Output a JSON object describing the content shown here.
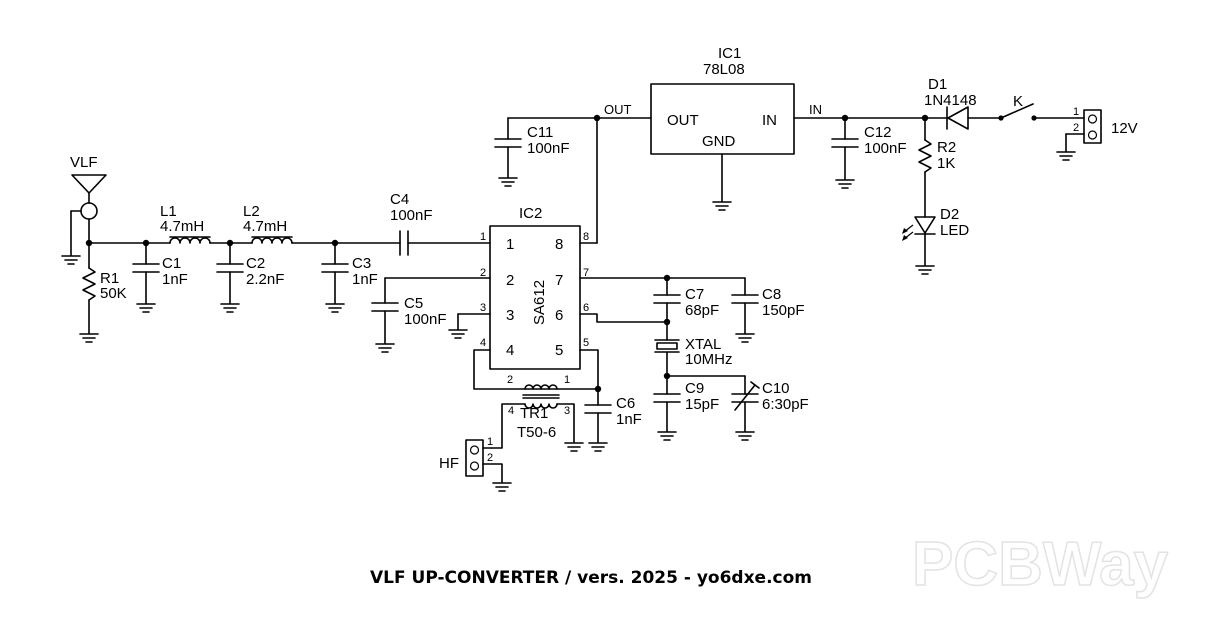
{
  "title": "VLF UP-CONVERTER / vers. 2025 - yo6dxe.com",
  "watermark": "PCBWay",
  "ic1": {
    "ref": "IC1",
    "value": "78L08",
    "pin_out": "OUT",
    "pin_in": "IN",
    "pin_gnd": "GND",
    "net_out": "OUT",
    "net_in": "IN"
  },
  "ic2": {
    "ref": "IC2",
    "value": "SA612",
    "pins": [
      "1",
      "2",
      "3",
      "4",
      "5",
      "6",
      "7",
      "8"
    ]
  },
  "antenna": {
    "label": "VLF"
  },
  "r1": {
    "ref": "R1",
    "value": "50K"
  },
  "l1": {
    "ref": "L1",
    "value": "4.7mH"
  },
  "l2": {
    "ref": "L2",
    "value": "4.7mH"
  },
  "c1": {
    "ref": "C1",
    "value": "1nF"
  },
  "c2": {
    "ref": "C2",
    "value": "2.2nF"
  },
  "c3": {
    "ref": "C3",
    "value": "1nF"
  },
  "c4": {
    "ref": "C4",
    "value": "100nF"
  },
  "c5": {
    "ref": "C5",
    "value": "100nF"
  },
  "c6": {
    "ref": "C6",
    "value": "1nF"
  },
  "c7": {
    "ref": "C7",
    "value": "68pF"
  },
  "c8": {
    "ref": "C8",
    "value": "150pF"
  },
  "c9": {
    "ref": "C9",
    "value": "15pF"
  },
  "c10": {
    "ref": "C10",
    "value": "6:30pF"
  },
  "c11": {
    "ref": "C11",
    "value": "100nF"
  },
  "c12": {
    "ref": "C12",
    "value": "100nF"
  },
  "xtal": {
    "ref": "XTAL",
    "value": "10MHz"
  },
  "tr1": {
    "ref": "TR1",
    "value": "T50-6",
    "pins": [
      "2",
      "1",
      "4",
      "3"
    ]
  },
  "d1": {
    "ref": "D1",
    "value": "1N4148"
  },
  "d2": {
    "ref": "D2",
    "value": "LED"
  },
  "r2": {
    "ref": "R2",
    "value": "1K"
  },
  "switch": {
    "ref": "K"
  },
  "conn_12v": {
    "label": "12V",
    "pins": [
      "1",
      "2"
    ]
  },
  "conn_hf": {
    "label": "HF",
    "pins": [
      "1",
      "2"
    ]
  }
}
